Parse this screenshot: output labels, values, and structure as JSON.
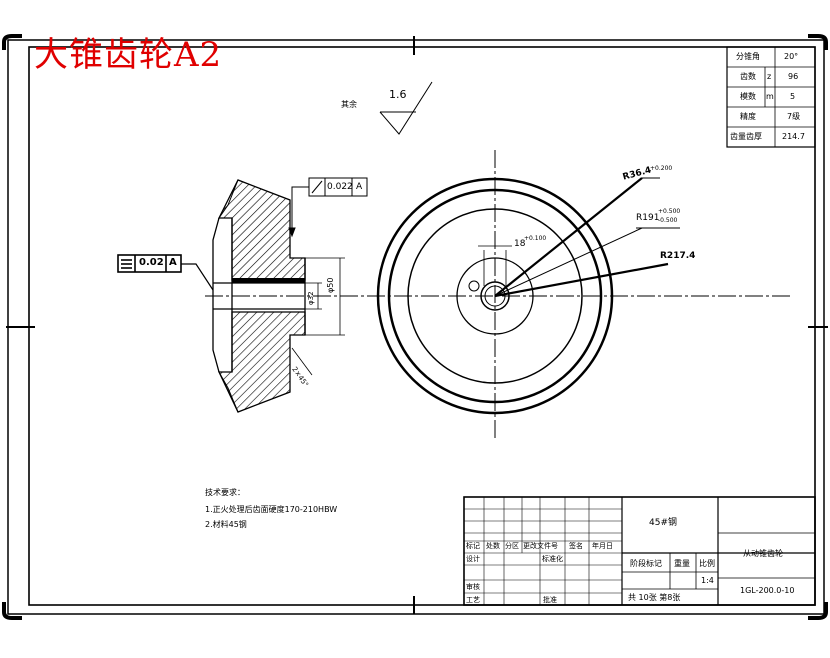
{
  "title": "大锥齿轮A2",
  "surface": {
    "label": "其余",
    "roughness": "1.6"
  },
  "params": [
    {
      "name": "分锥角",
      "sym": "",
      "value": "20°"
    },
    {
      "name": "齿数",
      "sym": "z",
      "value": "96"
    },
    {
      "name": "模数",
      "sym": "m",
      "value": "5"
    },
    {
      "name": "精度",
      "sym": "",
      "value": "7级"
    },
    {
      "name": "齿量齿厚",
      "sym": "",
      "value": "214.7"
    }
  ],
  "tolerances": {
    "runout": {
      "value": "0.022",
      "datum": "A"
    },
    "flatness": {
      "value": "0.02",
      "datum": "A"
    }
  },
  "dims": {
    "d1": "R36.4",
    "d1_tol": "+0.200",
    "d2": "R191",
    "d2_tol_up": "+0.500",
    "d2_tol_low": "-0.500",
    "d3": "R217.4",
    "keyway": "18",
    "keyway_tol": "+0.100",
    "bore": "φ50",
    "bore_small": "φ32",
    "chamfer": "2×45°"
  },
  "notes": {
    "heading": "技术要求：",
    "items": [
      "1.正火处理后齿面硬度170-210HBW",
      "2.材料45钢"
    ]
  },
  "titleblock": {
    "material": "45#钢",
    "part_name": "从动锥齿轮",
    "drawing_no": "1GL-200.0-10",
    "scale": "1:4",
    "scale_label": "比例",
    "weight_label": "重量",
    "stage_label": "阶段标记",
    "sheet_info": "共 10张 第8张",
    "rev_headers": [
      "标记",
      "处数",
      "分区",
      "更改文件号",
      "签名",
      "年月日"
    ],
    "design": "设计",
    "standardize": "标准化",
    "review": "审核",
    "process": "工艺",
    "approve": "批准"
  }
}
